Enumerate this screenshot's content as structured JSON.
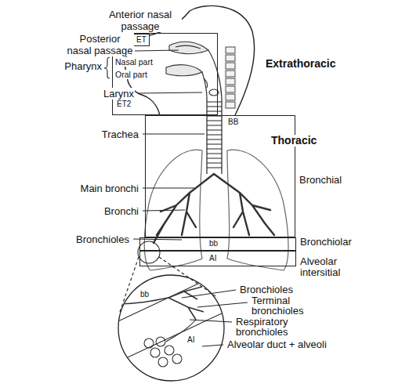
{
  "diagram": {
    "nodes": [
      {
        "text": [
          "ET2"
        ]
      },
      {
        "text": [
          "ET"
        ],
        "in": 0
      },
      {
        "text": [
          "BB",
          "Bronchial"
        ]
      },
      {
        "text": [
          "bb",
          "Bronchiolar"
        ]
      },
      {
        "text": [
          "AI",
          "Alveolar intersitial"
        ]
      },
      {
        "text": [
          "bb",
          "AI"
        ]
      }
    ],
    "labels": [
      "Anterior nasal passage",
      "Posterior nasal passage",
      "Pharynx",
      "Nasal part",
      "Oral part",
      "Extrathoracic",
      "Larynx",
      "Trachea",
      "Thoracic",
      "Main bronchi",
      "Bronchi",
      "Bronchioles",
      "Bronchioles",
      "Terminal bronchioles",
      "Respiratory bronchioles",
      "Alveolar duct + alveoli"
    ]
  }
}
